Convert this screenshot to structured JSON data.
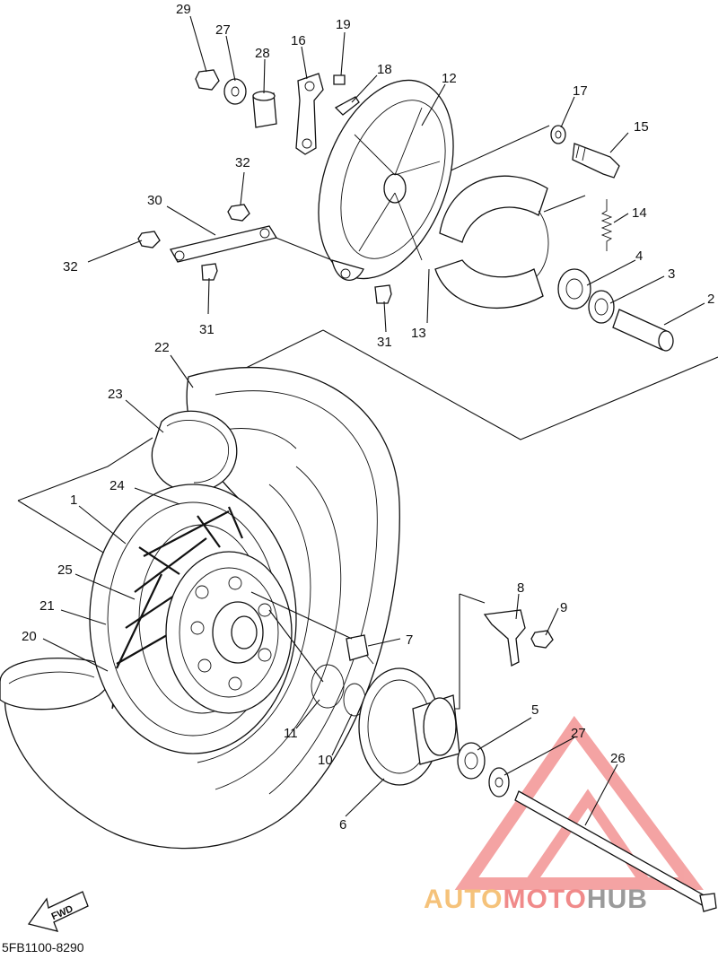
{
  "diagram": {
    "drawing_code": "5FB1100-8290",
    "fwd_label": "FWD",
    "watermark": {
      "auto": "AUTO",
      "moto": "MOTO",
      "hub": "HUB",
      "colors": {
        "auto": "#f5c27a",
        "moto": "#f08a8a",
        "hub": "#9a9a9a",
        "logo": "#f39a9a"
      }
    },
    "callouts": [
      "29",
      "27",
      "28",
      "16",
      "19",
      "18",
      "12",
      "17",
      "15",
      "32",
      "30",
      "32",
      "31",
      "31",
      "13",
      "14",
      "4",
      "3",
      "2",
      "22",
      "23",
      "24",
      "1",
      "25",
      "21",
      "20",
      "8",
      "9",
      "7",
      "5",
      "27",
      "26",
      "11",
      "10",
      "6"
    ]
  }
}
